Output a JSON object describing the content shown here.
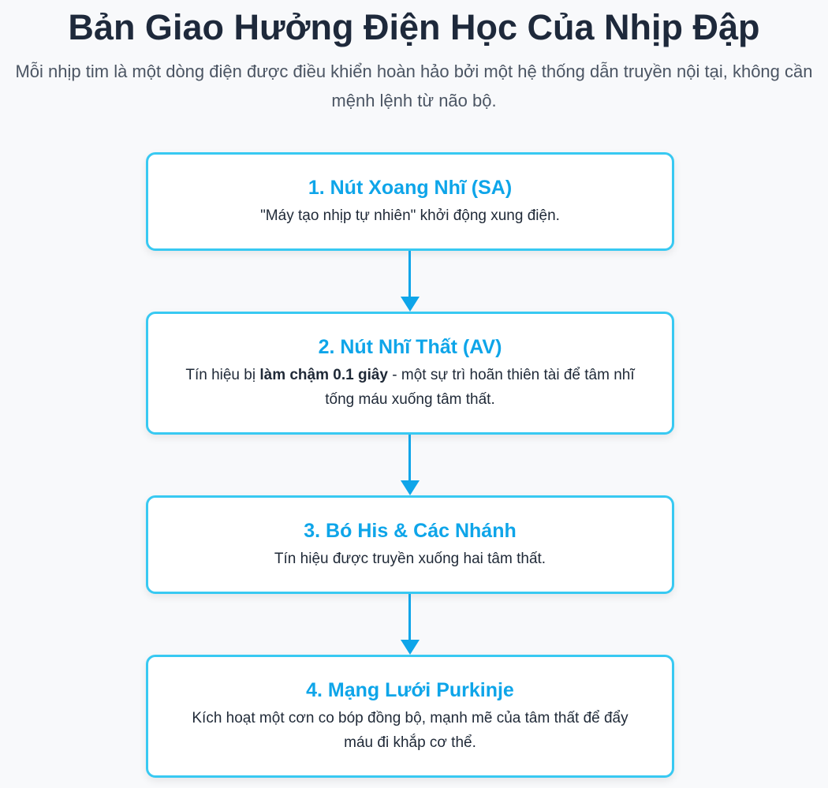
{
  "header": {
    "title": "Bản Giao Hưởng Điện Học Của Nhịp Đập",
    "subtitle": "Mỗi nhịp tim là một dòng điện được điều khiển hoàn hảo bởi một hệ thống dẫn truyền nội tại, không cần mệnh lệnh từ não bộ."
  },
  "steps": [
    {
      "title": "1. Nút Xoang Nhĩ (SA)",
      "text": "\"Máy tạo nhịp tự nhiên\" khởi động xung điện."
    },
    {
      "title": "2. Nút Nhĩ Thất (AV)",
      "text_before": "Tín hiệu bị ",
      "text_bold": "làm chậm 0.1 giây",
      "text_after": " - một sự trì hoãn thiên tài để tâm nhĩ tống máu xuống tâm thất."
    },
    {
      "title": "3. Bó His & Các Nhánh",
      "text": "Tín hiệu được truyền xuống hai tâm thất."
    },
    {
      "title": "4. Mạng Lưới Purkinje",
      "text": "Kích hoạt một cơn co bóp đồng bộ, mạnh mẽ của tâm thất để đẩy máu đi khắp cơ thể."
    }
  ],
  "colors": {
    "accent": "#0ea5e9",
    "border": "#38c9f2",
    "title": "#1e293b"
  }
}
